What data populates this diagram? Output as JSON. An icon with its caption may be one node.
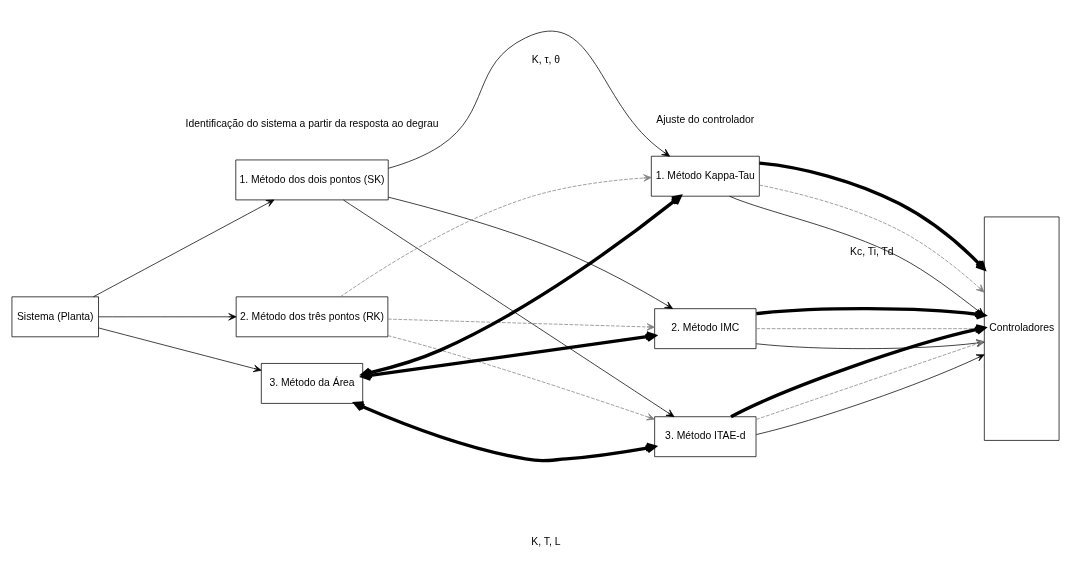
{
  "diagram": {
    "nodes": [
      {
        "text": [
          "Sistema (Planta)"
        ]
      },
      {
        "text": [
          "1. Método dos dois pontos (SK)"
        ]
      },
      {
        "text": [
          "2. Método dos três pontos (RK)"
        ]
      },
      {
        "text": [
          "3. Método da Área"
        ]
      },
      {
        "text": [
          "1. Método Kappa-Tau"
        ]
      },
      {
        "text": [
          "2. Método IMC"
        ]
      },
      {
        "text": [
          "3. Método ITAE-d"
        ]
      },
      {
        "text": [
          "Controladores"
        ]
      }
    ],
    "edges": [
      {
        "from": 0,
        "to": 1,
        "arrow": "to"
      },
      {
        "from": 0,
        "to": 2,
        "arrow": "to"
      },
      {
        "from": 0,
        "to": 3,
        "arrow": "to"
      },
      {
        "from": 1,
        "to": 4,
        "arrow": "to"
      },
      {
        "from": 1,
        "to": 5,
        "arrow": "to"
      },
      {
        "from": 1,
        "to": 6,
        "arrow": "to"
      },
      {
        "from": 2,
        "to": 4,
        "arrow": "to",
        "style": "dashed",
        "color": "#808080"
      },
      {
        "from": 2,
        "to": 5,
        "arrow": "to",
        "style": "dashed",
        "color": "#808080"
      },
      {
        "from": 2,
        "to": 6,
        "arrow": "to",
        "style": "dashed",
        "color": "#808080"
      },
      {
        "from": 3,
        "to": 4,
        "arrow": "both",
        "style": "thick"
      },
      {
        "from": 3,
        "to": 5,
        "arrow": "both",
        "style": "thick"
      },
      {
        "from": 3,
        "to": 6,
        "arrow": "both",
        "style": "thick"
      },
      {
        "from": 4,
        "to": 7,
        "arrow": "to"
      },
      {
        "from": 4,
        "to": 7,
        "arrow": "to",
        "style": "dashed",
        "color": "#808080"
      },
      {
        "from": 4,
        "to": 7,
        "arrow": "to",
        "style": "thick"
      },
      {
        "from": 5,
        "to": 7,
        "arrow": "to"
      },
      {
        "from": 5,
        "to": 7,
        "arrow": "to",
        "style": "dashed",
        "color": "#808080"
      },
      {
        "from": 5,
        "to": 7,
        "arrow": "to",
        "style": "thick"
      },
      {
        "from": 6,
        "to": 7,
        "arrow": "to"
      },
      {
        "from": 6,
        "to": 7,
        "arrow": "to",
        "style": "dashed",
        "color": "#808080"
      },
      {
        "from": 6,
        "to": 7,
        "arrow": "to",
        "style": "thick"
      }
    ],
    "labels": [
      "Identificação do sistema a partir da resposta ao degrau",
      "Ajuste do controlador",
      "K, τ, θ",
      "Kc, Ti, Td",
      "K, T, L"
    ]
  }
}
